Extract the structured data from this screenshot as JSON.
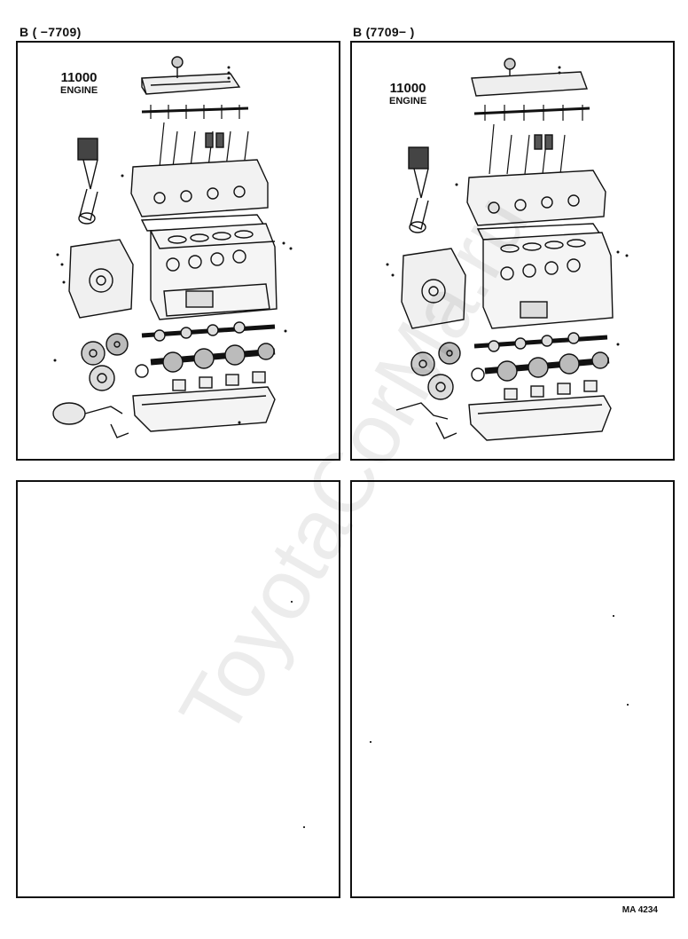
{
  "headers": {
    "left": "B (      −7709)",
    "right": "B (7709−      )"
  },
  "panels": {
    "left": {
      "engine_number": "11000",
      "engine_word": "ENGINE"
    },
    "right": {
      "engine_number": "11000",
      "engine_word": "ENGINE"
    }
  },
  "footer": {
    "code": "MA 4234"
  },
  "watermark": "ToyotaCorMa.ru"
}
